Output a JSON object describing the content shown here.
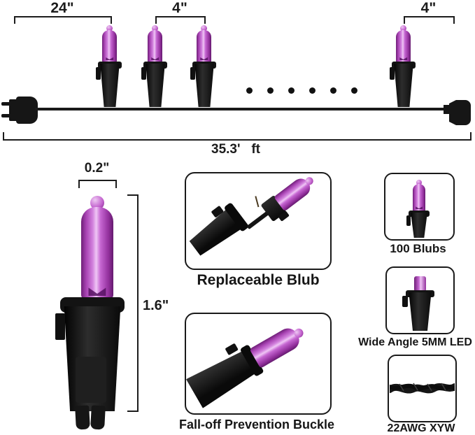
{
  "colors": {
    "accent_purple": "#b94fc4",
    "line_black": "#1a1a1a"
  },
  "top_diagram": {
    "lead_spacing_label": "24\"",
    "bulb_spacing_label_1": "4\"",
    "bulb_spacing_label_2": "4\"",
    "total_length_label": "35.3'   ft"
  },
  "bulb_detail": {
    "width_label": "0.2\"",
    "height_label": "1.6\""
  },
  "features": [
    {
      "label": "Replaceable Blub"
    },
    {
      "label": "Fall-off Prevention Buckle"
    }
  ],
  "specs": [
    {
      "label": "100 Blubs"
    },
    {
      "label": "Wide Angle 5MM LED"
    },
    {
      "label": "22AWG XYW"
    }
  ]
}
